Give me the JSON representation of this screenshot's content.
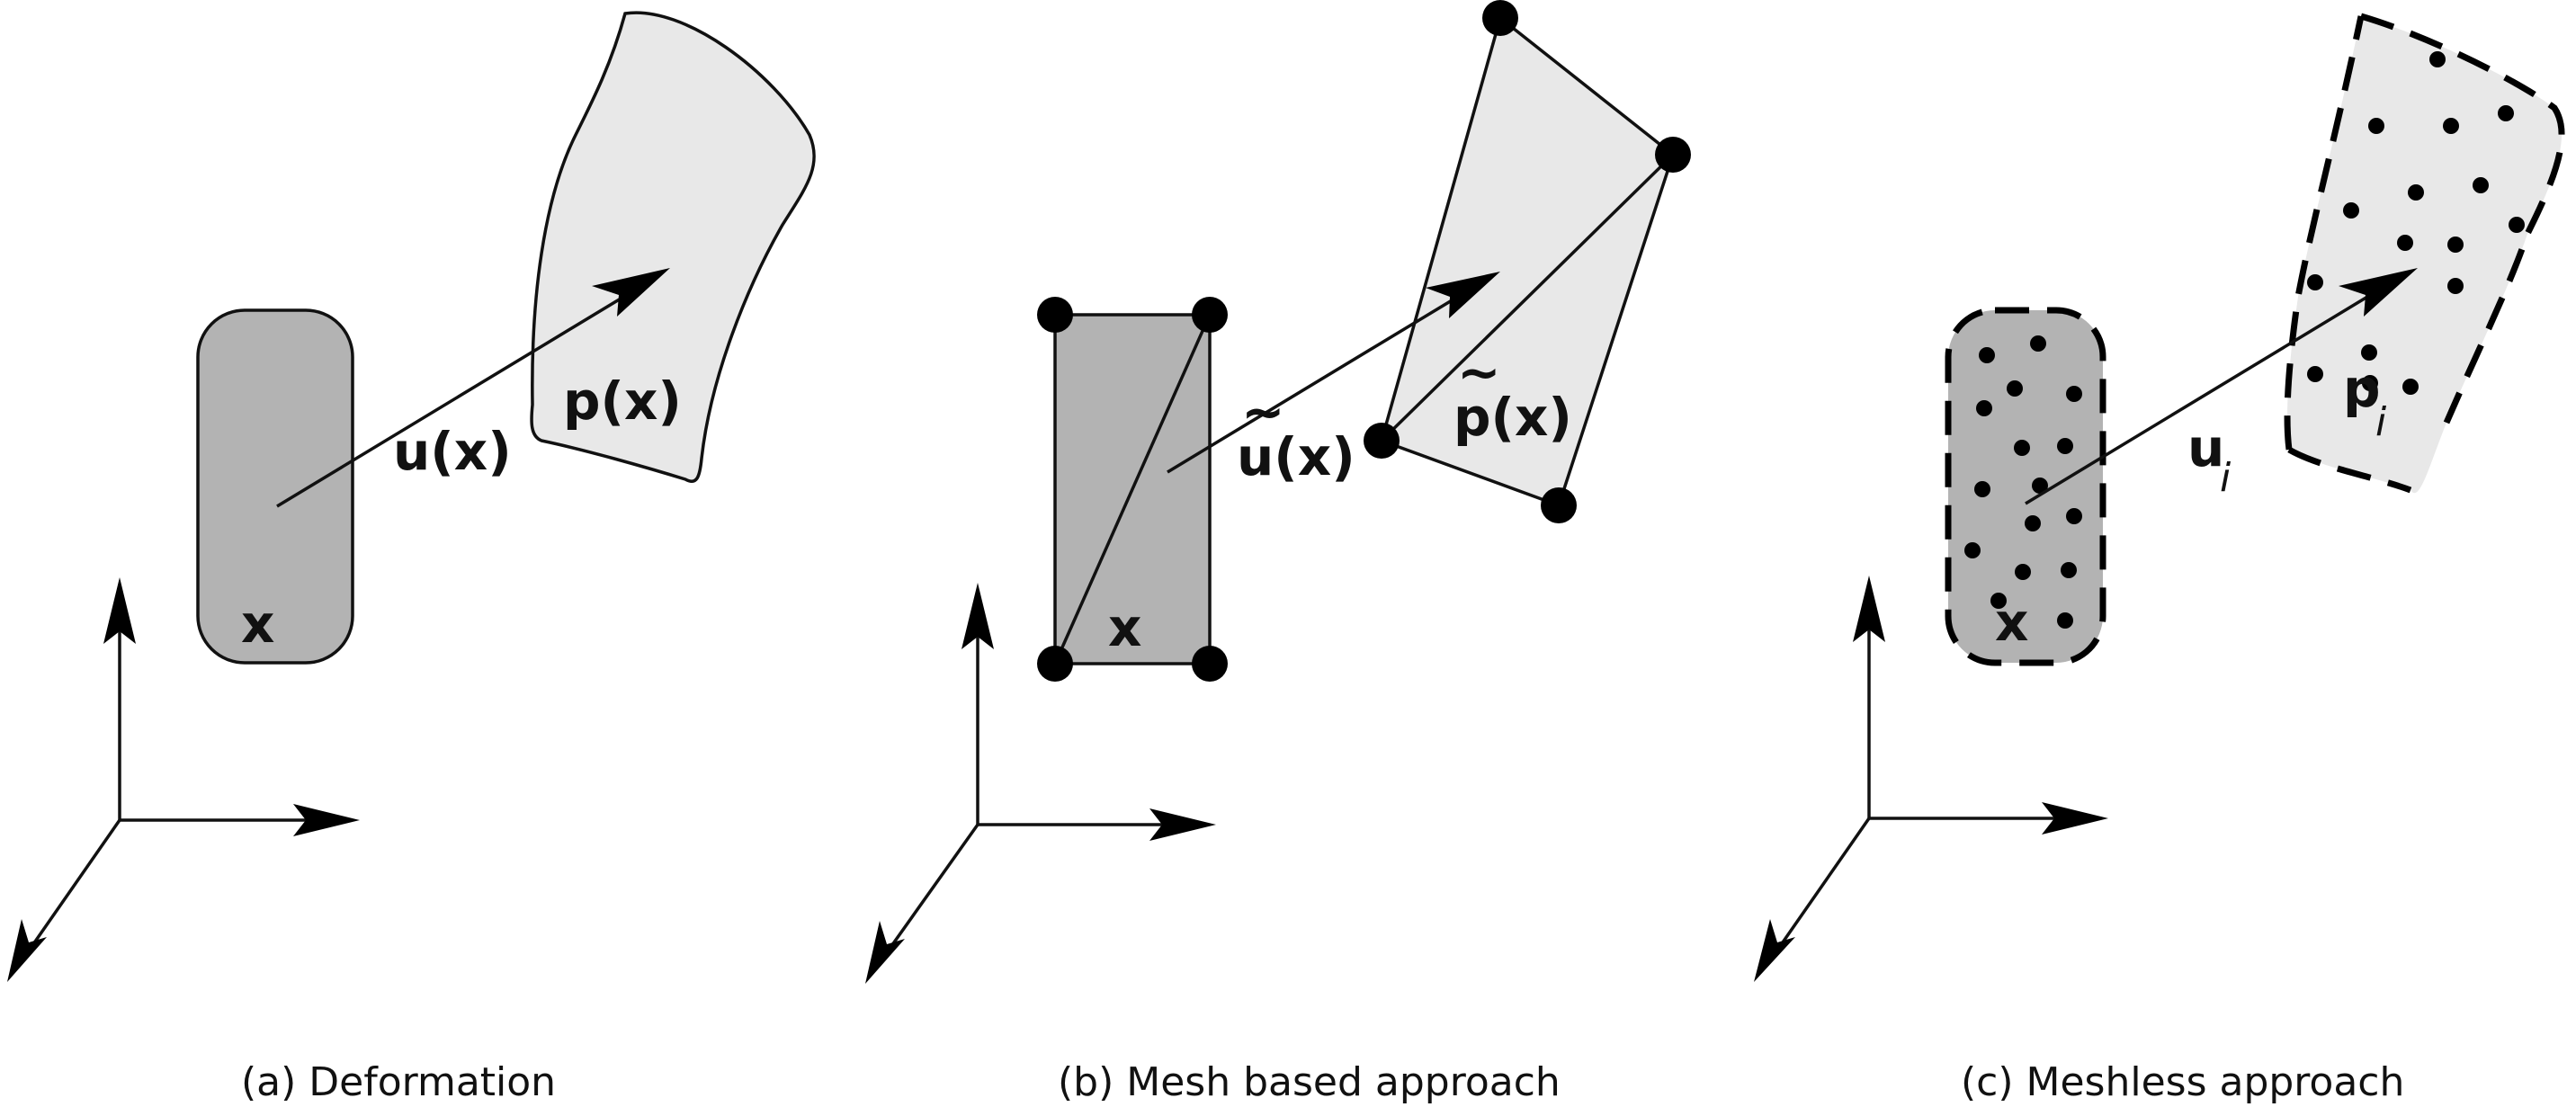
{
  "panels": [
    {
      "caption": "(a) Deformation",
      "source_label": "x",
      "vector_label": "u(x)",
      "target_label": "p(x)"
    },
    {
      "caption": "(b) Mesh based approach",
      "source_label": "x",
      "vector_label": "u(x)",
      "target_label": "p(x)",
      "tilde": "~"
    },
    {
      "caption": "(c) Meshless approach",
      "source_label": "x",
      "vector_label": "u",
      "vector_subscript": "i",
      "target_label": "p",
      "target_subscript": "i"
    }
  ],
  "colors": {
    "source_fill": "#b3b3b3",
    "target_fill": "#e8e8e8",
    "stroke": "#111111"
  }
}
